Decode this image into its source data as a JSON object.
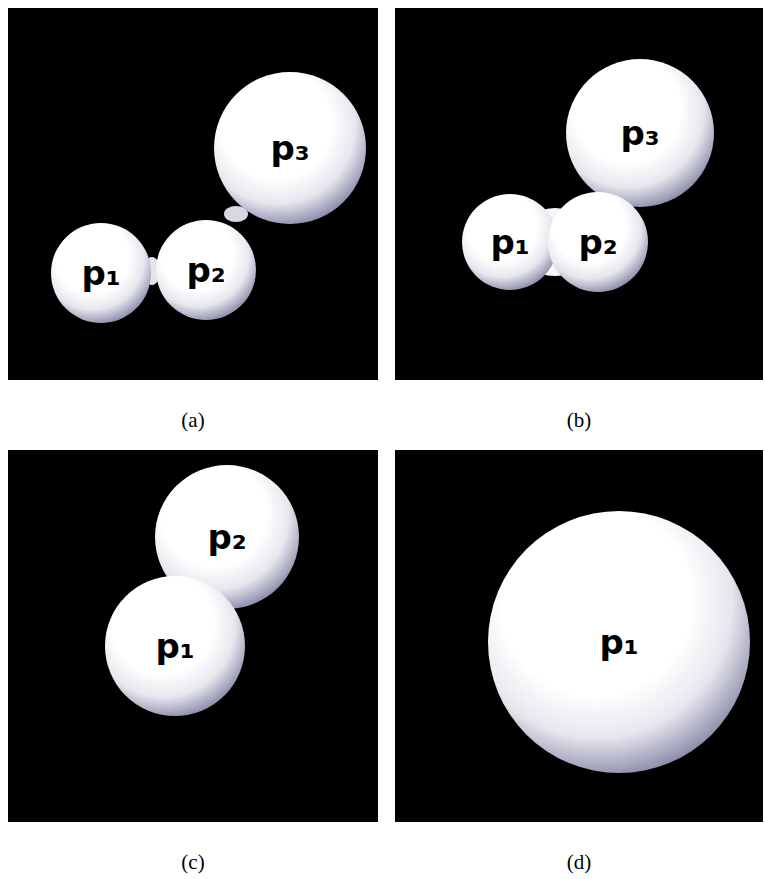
{
  "diagram": {
    "nodes": [
      {
        "text": [
          "(a)"
        ]
      },
      {
        "text": [
          "p₁"
        ],
        "in": 0
      },
      {
        "text": [
          "p₂"
        ],
        "in": 0
      },
      {
        "text": [
          "p₃"
        ],
        "in": 0
      },
      {
        "text": [
          "(b)"
        ]
      },
      {
        "text": [
          "p₃"
        ],
        "in": 4
      },
      {
        "text": [
          "p₁"
        ],
        "in": 4
      },
      {
        "text": [
          "p₂"
        ],
        "in": 4
      },
      {
        "text": [
          "(c)"
        ]
      },
      {
        "text": [
          "p₂"
        ],
        "in": 8
      },
      {
        "text": [
          "p₁"
        ],
        "in": 8
      },
      {
        "text": [
          "(d)"
        ]
      },
      {
        "text": [
          "p₁"
        ],
        "in": 11
      }
    ]
  }
}
